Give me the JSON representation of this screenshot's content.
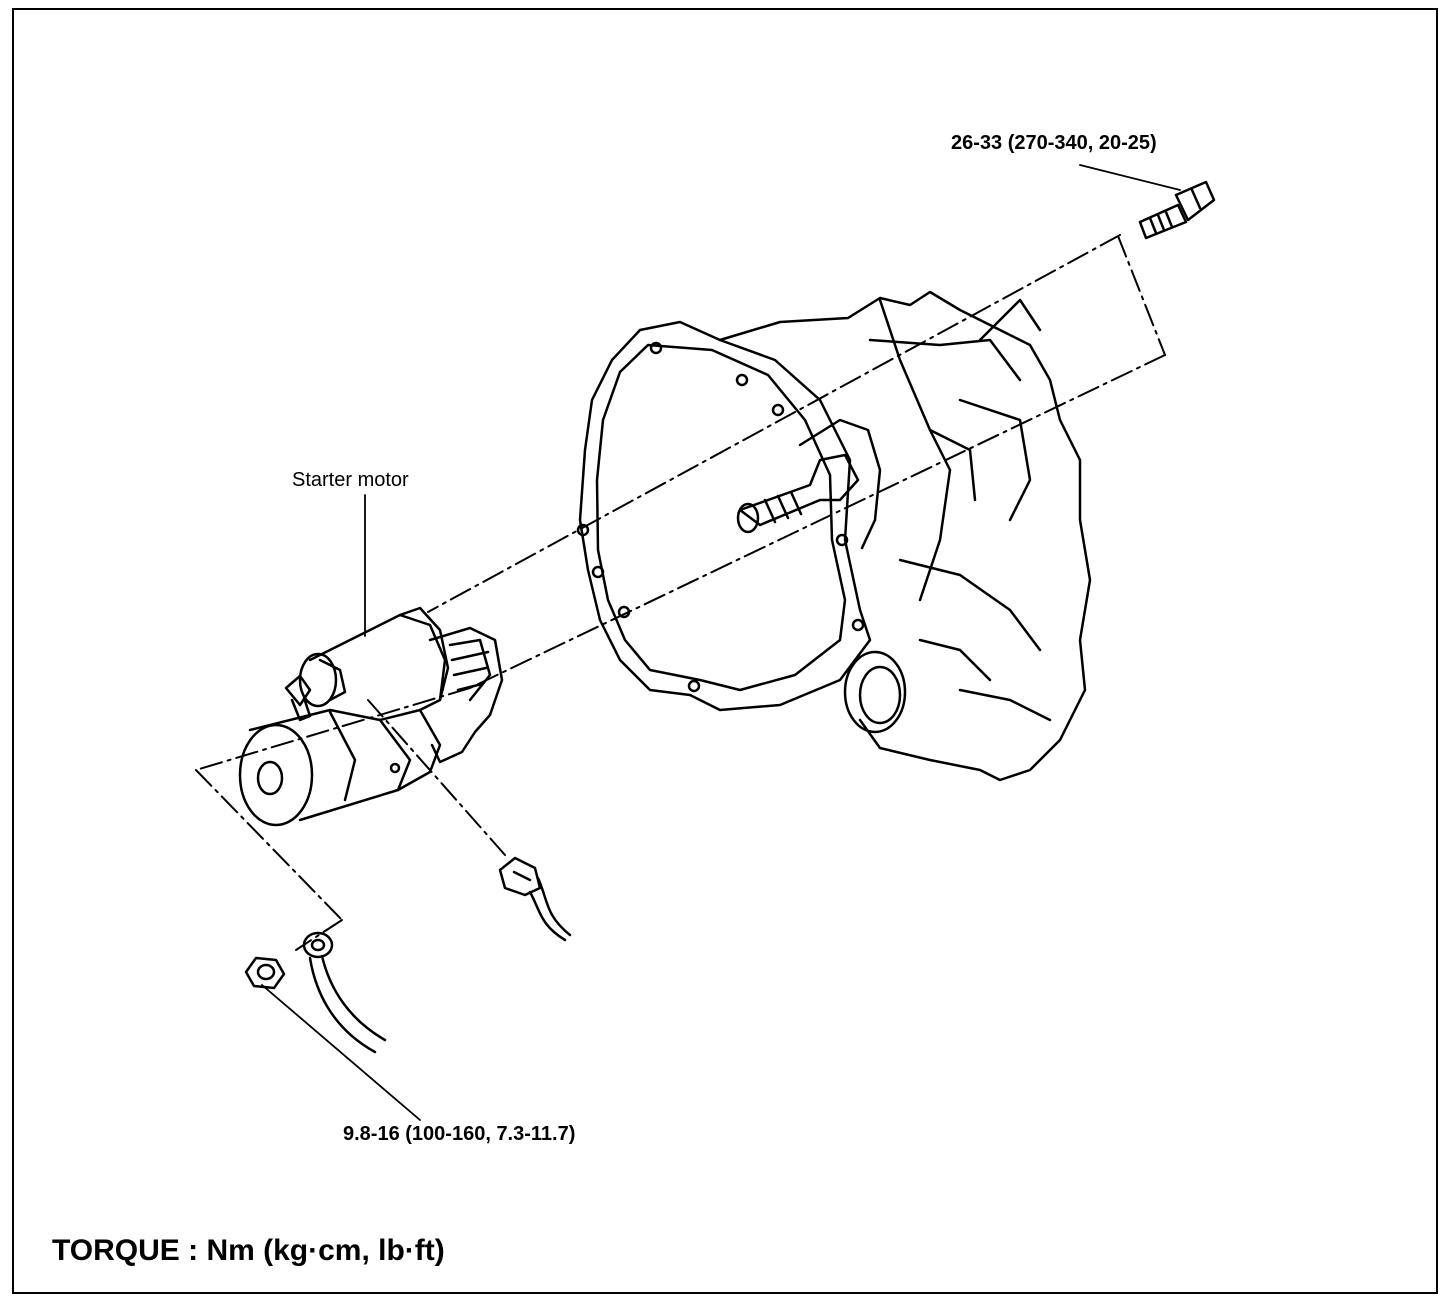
{
  "labels": {
    "bolt_torque": "26-33 (270-340, 20-25)",
    "starter_motor": "Starter motor",
    "nut_torque": "9.8-16 (100-160, 7.3-11.7)",
    "torque_units": "TORQUE : Nm (kg·cm, lb·ft)"
  },
  "colors": {
    "ink": "#000000",
    "paper": "#ffffff"
  }
}
